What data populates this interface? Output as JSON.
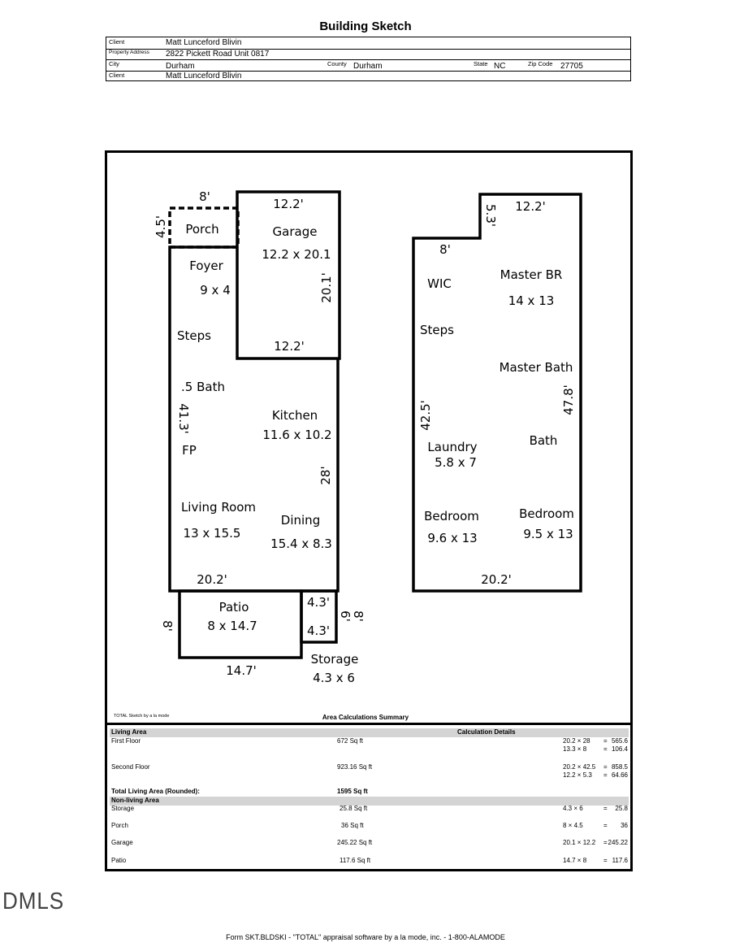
{
  "title": "Building Sketch",
  "header": {
    "client_label": "Client",
    "client": "Matt Lunceford Blivin",
    "address_label": "Property Address",
    "address": "2822 Pickett Road Unit 0817",
    "city_label": "City",
    "city": "Durham",
    "county_label": "County",
    "county": "Durham",
    "state_label": "State",
    "state": "NC",
    "zip_label": "Zip Code",
    "zip": "27705",
    "client2_label": "Client",
    "client2": "Matt Lunceford Blivin"
  },
  "sketch": {
    "labels": [
      "8'",
      "4.5'",
      "Porch",
      "12.2'",
      "Garage",
      "12.2 x 20.1",
      "20.1'",
      "Foyer",
      "9 x 4",
      "Steps",
      "12.2'",
      ".5 Bath",
      "41.3'",
      "Kitchen",
      "11.6 x 10.2",
      "FP",
      "28'",
      "Living Room",
      "13 x 15.5",
      "Dining",
      "15.4 x 8.3",
      "20.2'",
      "Patio",
      "8 x 14.7",
      "8'",
      "4.3'",
      "6'",
      "8'",
      "4.3'",
      "14.7'",
      "Storage",
      "4.3 x 6",
      "5.3'",
      "12.2'",
      "8'",
      "WIC",
      "Master BR",
      "14 x 13",
      "Steps",
      "Master Bath",
      "47.8'",
      "42.5'",
      "Laundry",
      "5.8 x 7",
      "Bath",
      "Bedroom",
      "9.6 x 13",
      "Bedroom",
      "9.5 x 13",
      "20.2'"
    ],
    "credit": "TOTAL Sketch by a la mode"
  },
  "summary": {
    "title": "Area Calculations Summary",
    "living_header": "Living Area",
    "details_header": "Calculation Details",
    "rows": [
      {
        "name": "First Floor",
        "area": "672 Sq ft",
        "calcs": [
          [
            "20.2 × 28",
            "=",
            "565.6"
          ],
          [
            "13.3 × 8",
            "=",
            "106.4"
          ]
        ]
      },
      {
        "name": "Second Floor",
        "area": "923.16 Sq ft",
        "calcs": [
          [
            "20.2 × 42.5",
            "=",
            "858.5"
          ],
          [
            "12.2 × 5.3",
            "=",
            "64.66"
          ]
        ]
      }
    ],
    "total_label": "Total Living Area (Rounded):",
    "total": "1595 Sq ft",
    "nonliving_header": "Non-living Area",
    "nonliving": [
      {
        "name": "Storage",
        "area": "25.8 Sq ft",
        "calc": [
          "4.3 × 6",
          "=",
          "25.8"
        ]
      },
      {
        "name": "Porch",
        "area": "36 Sq ft",
        "calc": [
          "8 × 4.5",
          "=",
          "36"
        ]
      },
      {
        "name": "Garage",
        "area": "245.22 Sq ft",
        "calc": [
          "20.1 × 12.2",
          "=",
          "245.22"
        ]
      },
      {
        "name": "Patio",
        "area": "117.6 Sq ft",
        "calc": [
          "14.7 × 8",
          "=",
          "117.6"
        ]
      }
    ]
  },
  "watermark": "DMLS",
  "footer": "Form SKT.BLDSKI - \"TOTAL\" appraisal software by a la mode, inc. - 1-800-ALAMODE"
}
